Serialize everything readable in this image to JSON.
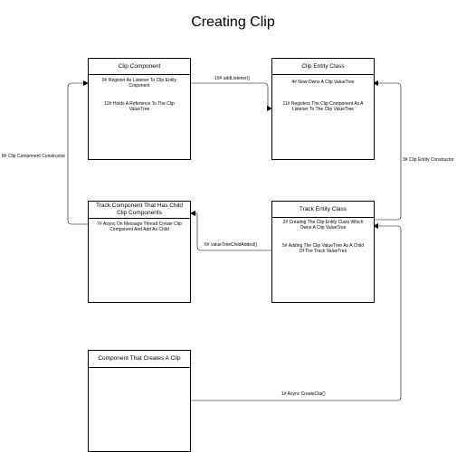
{
  "title": "Creating Clip",
  "boxes": {
    "clip_component": {
      "title": "Clip Component",
      "notes": [
        "9# Register As Listener To Clip Entity Cmponent",
        "12# Holds A Reference To The Clip ValueTree"
      ]
    },
    "clip_entity": {
      "title": "Clip Entity Class",
      "notes": [
        "4# Now Owns A Clip ValueTree",
        "11# Registers The Clip Component As A Listener To The Clip ValueTree"
      ]
    },
    "track_component": {
      "title": "Track Component That Has Child Clip Components",
      "notes": [
        "7# Async On Message Thread Create Clip Component And Add As Child"
      ]
    },
    "track_entity": {
      "title": "Track Entity Class",
      "notes": [
        "2# Creating The Clip Entity Class Which Owns A Clip ValueTree",
        "5# Adding The Clip ValueTree As A Child Of The Track ValueTree"
      ]
    },
    "creator": {
      "title": "Component That Creates A Clip",
      "notes": []
    }
  },
  "edges": {
    "add_listener": "10# addListener()",
    "clip_component_ctor": "8# Clip Component Constructor",
    "clip_entity_ctor": "3# Clip Entity Constructor",
    "value_tree_child_added": "6# valueTreeChildAdded()",
    "async_create_clip": "1# Async CreateClip()"
  }
}
